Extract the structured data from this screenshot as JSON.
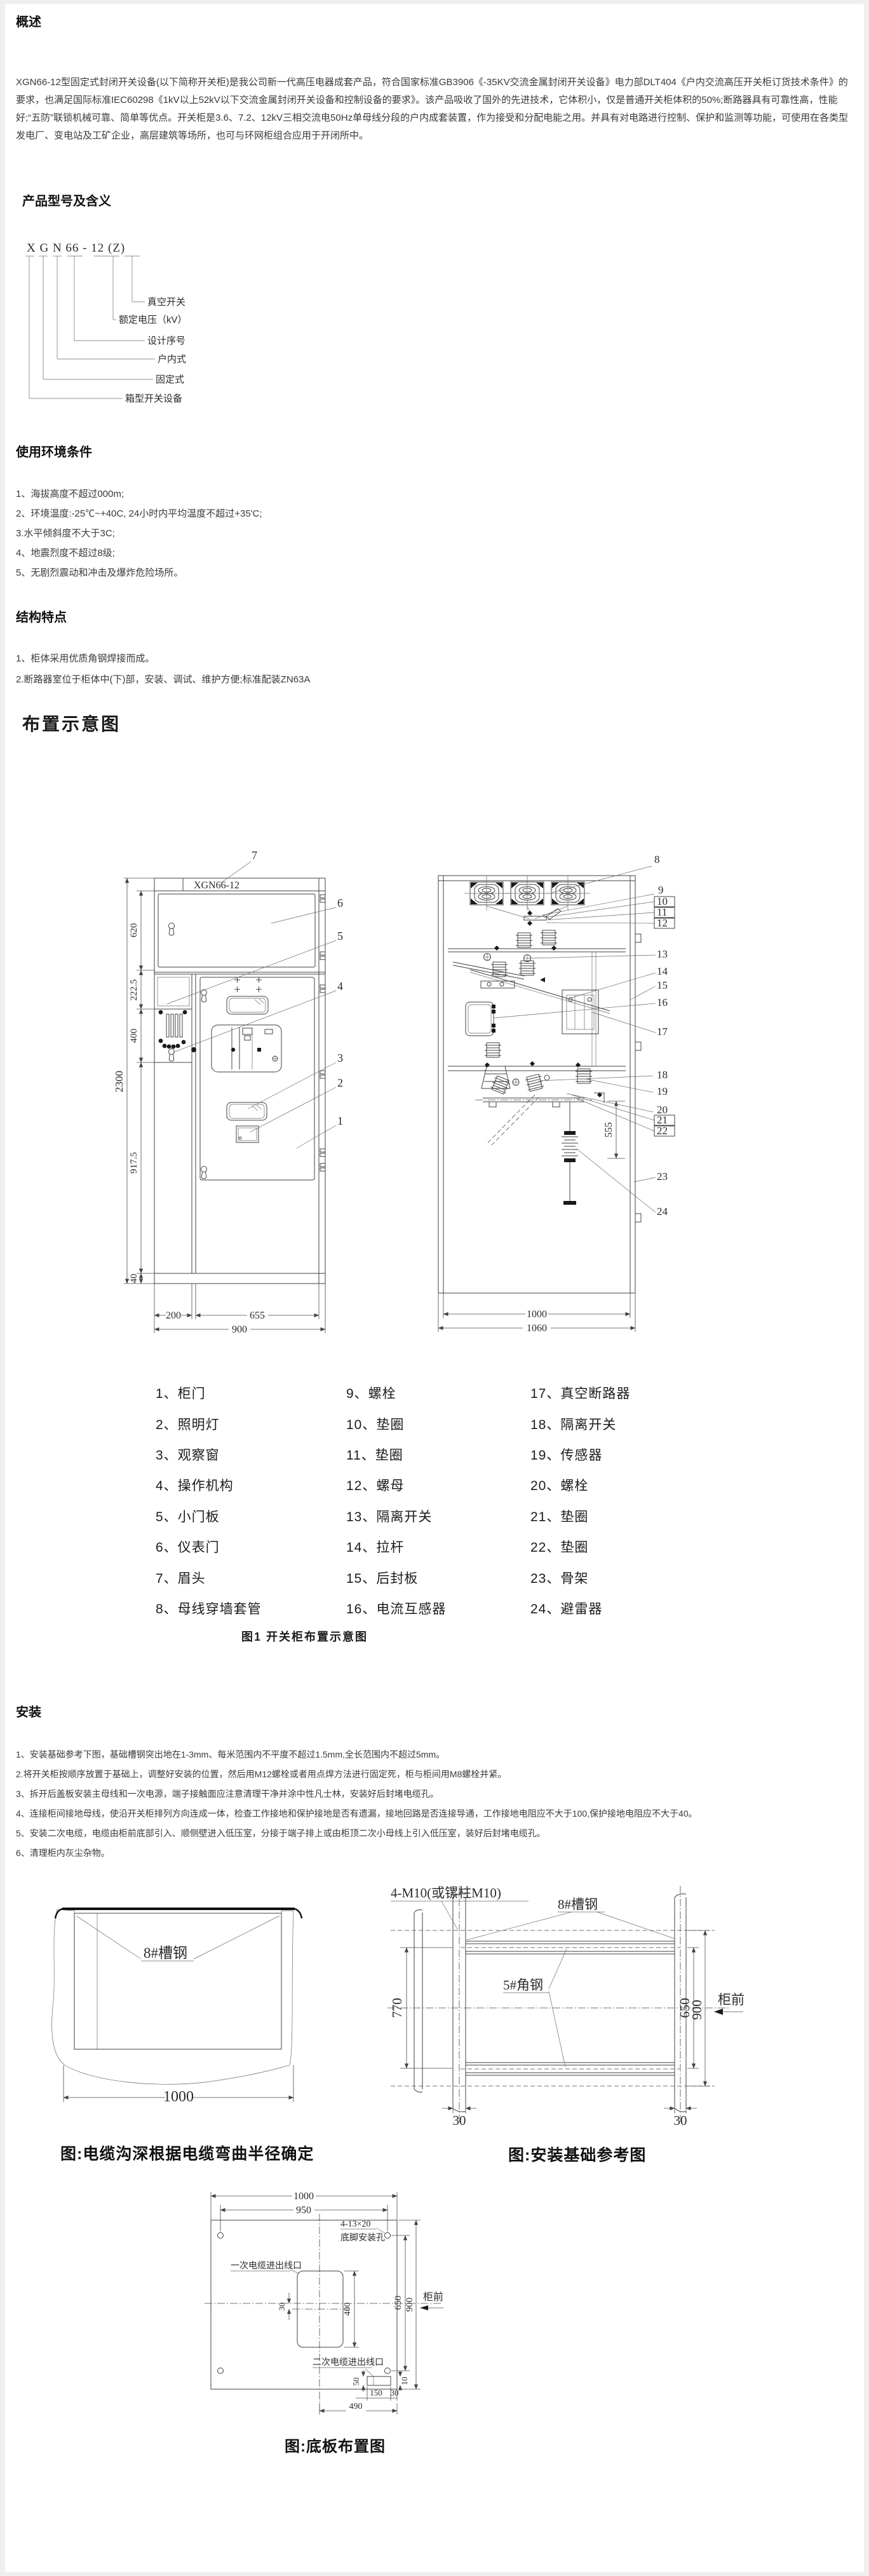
{
  "overview": {
    "heading": "概述",
    "body": "XGN66-12型固定式封闭开关设备(以下简称开关柜)是我公司新一代高压电器成套产品，符合国家标准GB3906《-35KV交流金属封闭开关设备》电力部DLT404《户内交流高压开关柜订货技术条件》的要求，也满足国际标准IEC60298《1kV以上52kV以下交流金属封闭开关设备和控制设备的要求》。该产品吸收了国外的先进技术，它体积小，仅是普通开关柜体积的50%;断路器具有可靠性高，性能好;“五防”联锁机械可靠、简单等优点。开关柜是3.6、7.2、12kV三相交流电50Hz单母线分段的户内成套装置，作为接受和分配电能之用。并具有对电路进行控制、保护和监测等功能，可使用在各类型发电厂、变电站及工矿企业，高层建筑等场所，也可与环网柜组合应用于开闭所中。"
  },
  "model": {
    "heading": "产品型号及含义",
    "code": "X G N 66 - 12 (Z)",
    "labels": [
      "真空开关",
      "额定电压（kV）",
      "设计序号",
      "户内式",
      "固定式",
      "箱型开关设备"
    ]
  },
  "environment": {
    "heading": "使用环境条件",
    "items": [
      "1、海拔高度不超过000m;",
      "2、环境温度:-25℃~+40C, 24小时内平均温度不超过+35'C;",
      "3.水平倾斜度不大于3C;",
      "4、地震烈度不超过8级;",
      "5、无剧烈震动和冲击及爆炸危险场所。"
    ]
  },
  "structure": {
    "heading": "结构特点",
    "items": [
      "1、柜体采用优质角钢焊接而成。",
      "2.断路器室位于柜体中(下)部，安装、调试、维护方便;标准配装ZN63A"
    ]
  },
  "layout": {
    "heading": "布置示意图",
    "caption": "图1  开关柜布置示意图",
    "front": {
      "model_label": "XGN66-12",
      "callouts": [
        "7",
        "6",
        "5",
        "4",
        "3",
        "2",
        "1"
      ],
      "dims": {
        "h_total": "2300",
        "h1": "620",
        "h2": "222.5",
        "h3": "400",
        "h4": "917.5",
        "h5": "40",
        "w1": "200",
        "w2": "655",
        "w_total": "900"
      }
    },
    "side": {
      "callouts": [
        "8",
        "9",
        "10",
        "11",
        "12",
        "13",
        "14",
        "15",
        "16",
        "17",
        "18",
        "19",
        "20",
        "21",
        "22",
        "23",
        "24"
      ],
      "dims": {
        "arrester": "555",
        "w_inner": "1000",
        "w_total": "1060"
      }
    },
    "parts": [
      "1、柜门",
      "2、照明灯",
      "3、观察窗",
      "4、操作机构",
      "5、小门板",
      "6、仪表门",
      "7、眉头",
      "8、母线穿墙套管",
      "9、螺栓",
      "10、垫圈",
      "11、垫圈",
      "12、螺母",
      "13、隔离开关",
      "14、拉杆",
      "15、后封板",
      "16、电流互感器",
      "17、真空断路器",
      "18、隔离开关",
      "19、传感器",
      "20、螺栓",
      "21、垫圈",
      "22、垫圈",
      "23、骨架",
      "24、避雷器"
    ]
  },
  "installation": {
    "heading": "安装",
    "items": [
      "1、安装基础参考下图，基础槽钢突出地在1-3mm、每米范围内不平度不超过1.5mm,全长范围内不超过5mm。",
      "2.将开关柜按顺序放置于基础上，调整好安装的位置，然后用M12螺栓或者用点焊方法进行固定死，柜与柜间用M8螺栓并紧。",
      "3、拆开后盖板安装主母线和一次电源，端子接触面应注意清理干净并涂中性凡士林，安装好后封堵电缆孔。",
      "4、连接柜间接地母线，使沿开关柜排列方向连成一体，检查工作接地和保护接地是否有遗漏，接地回路是否连接导通，工作接地电阻应不大于100,保护接地电阻应不大于40。",
      "5、安装二次电缆，电缆由柜前底部引入、顺侧壁进入低压室，分接于端子排上或由柜顶二次小母线上引入低压室，装好后封堵电缆孔。",
      "6、清理柜内灰尘杂物。"
    ]
  },
  "fig_trench": {
    "channel": "8#槽钢",
    "dim_width": "1000",
    "caption": "图:电缆沟深根据电缆弯曲半径确定"
  },
  "fig_foundation": {
    "bolts": "4-M10(或镙柱M10)",
    "channel": "8#槽钢",
    "angle": "5#角钢",
    "front": "柜前",
    "dim_left": "770",
    "dim_inner": "650",
    "dim_outer": "900",
    "dim_foot_l": "30",
    "dim_foot_r": "30",
    "caption": "图:安装基础参考图"
  },
  "fig_baseplate": {
    "dim_w_outer": "1000",
    "dim_w_inner": "950",
    "holes_line1": "4-13×20",
    "holes_line2": "底脚安装孔",
    "primary": "一次电缆进出线口",
    "secondary": "二次电缆进出线口",
    "front": "柜前",
    "dim_offset": "30",
    "dim_cutout_h": "400",
    "dim_right_inner": "650",
    "dim_right_outer": "900",
    "dim_10": "10",
    "dim_50": "50",
    "dim_150": "150",
    "dim_30": "30",
    "dim_490": "490",
    "caption": "图:底板布置图"
  }
}
